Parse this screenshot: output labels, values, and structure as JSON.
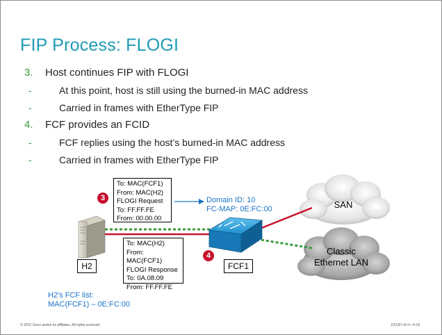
{
  "slide": {
    "title": "FIP Process: FLOGI",
    "bullets": [
      {
        "num": "3.",
        "text": "Host continues FIP with FLOGI",
        "sub": [
          {
            "dash": "-",
            "text": "At this point, host is still using the burned-in MAC address"
          },
          {
            "dash": "-",
            "text": "Carried in frames with EtherType FIP"
          }
        ]
      },
      {
        "num": "4.",
        "text": "FCF provides an FCID",
        "sub": [
          {
            "dash": "-",
            "text": "FCF replies using the host’s burned-in MAC address"
          },
          {
            "dash": "-",
            "text": "Carried in frames with EtherType FIP"
          }
        ]
      }
    ]
  },
  "diagram": {
    "request_box": [
      "To: MAC(FCF1)",
      "From: MAC(H2)",
      "FLOGI Request",
      "To: FF.FF.FE",
      "From: 00.00.00"
    ],
    "response_box": [
      "To: MAC(H2)",
      "From: MAC(FCF1)",
      "FLOGI Response",
      "To: 0A.08.09",
      "From: FF.FF.FE"
    ],
    "badge_request": "3",
    "badge_response": "4",
    "domain_info": [
      "Domain ID: 10",
      "FC-MAP: 0E:FC:00"
    ],
    "san_label": "SAN",
    "lan_label": [
      "Classic",
      "Ethernet LAN"
    ],
    "host_label": "H2",
    "switch_label": "FCF1",
    "fcf_list": [
      "H2's FCF list:",
      "MAC(FCF1) – 0E:FC:00"
    ]
  },
  "footer": {
    "copyright": "© 2012 Cisco and/or its affiliates. All rights reserved.",
    "course": "DCUFI v5.0—4-19"
  },
  "colors": {
    "title": "#1d9ab5",
    "bullet_marker": "#3a9a3a",
    "blue_text": "#1a73c8",
    "badge": "#c8102e",
    "fc_link": "#c8102e",
    "eth_link": "#3a9a3a",
    "switch": "#1f8fd0"
  }
}
